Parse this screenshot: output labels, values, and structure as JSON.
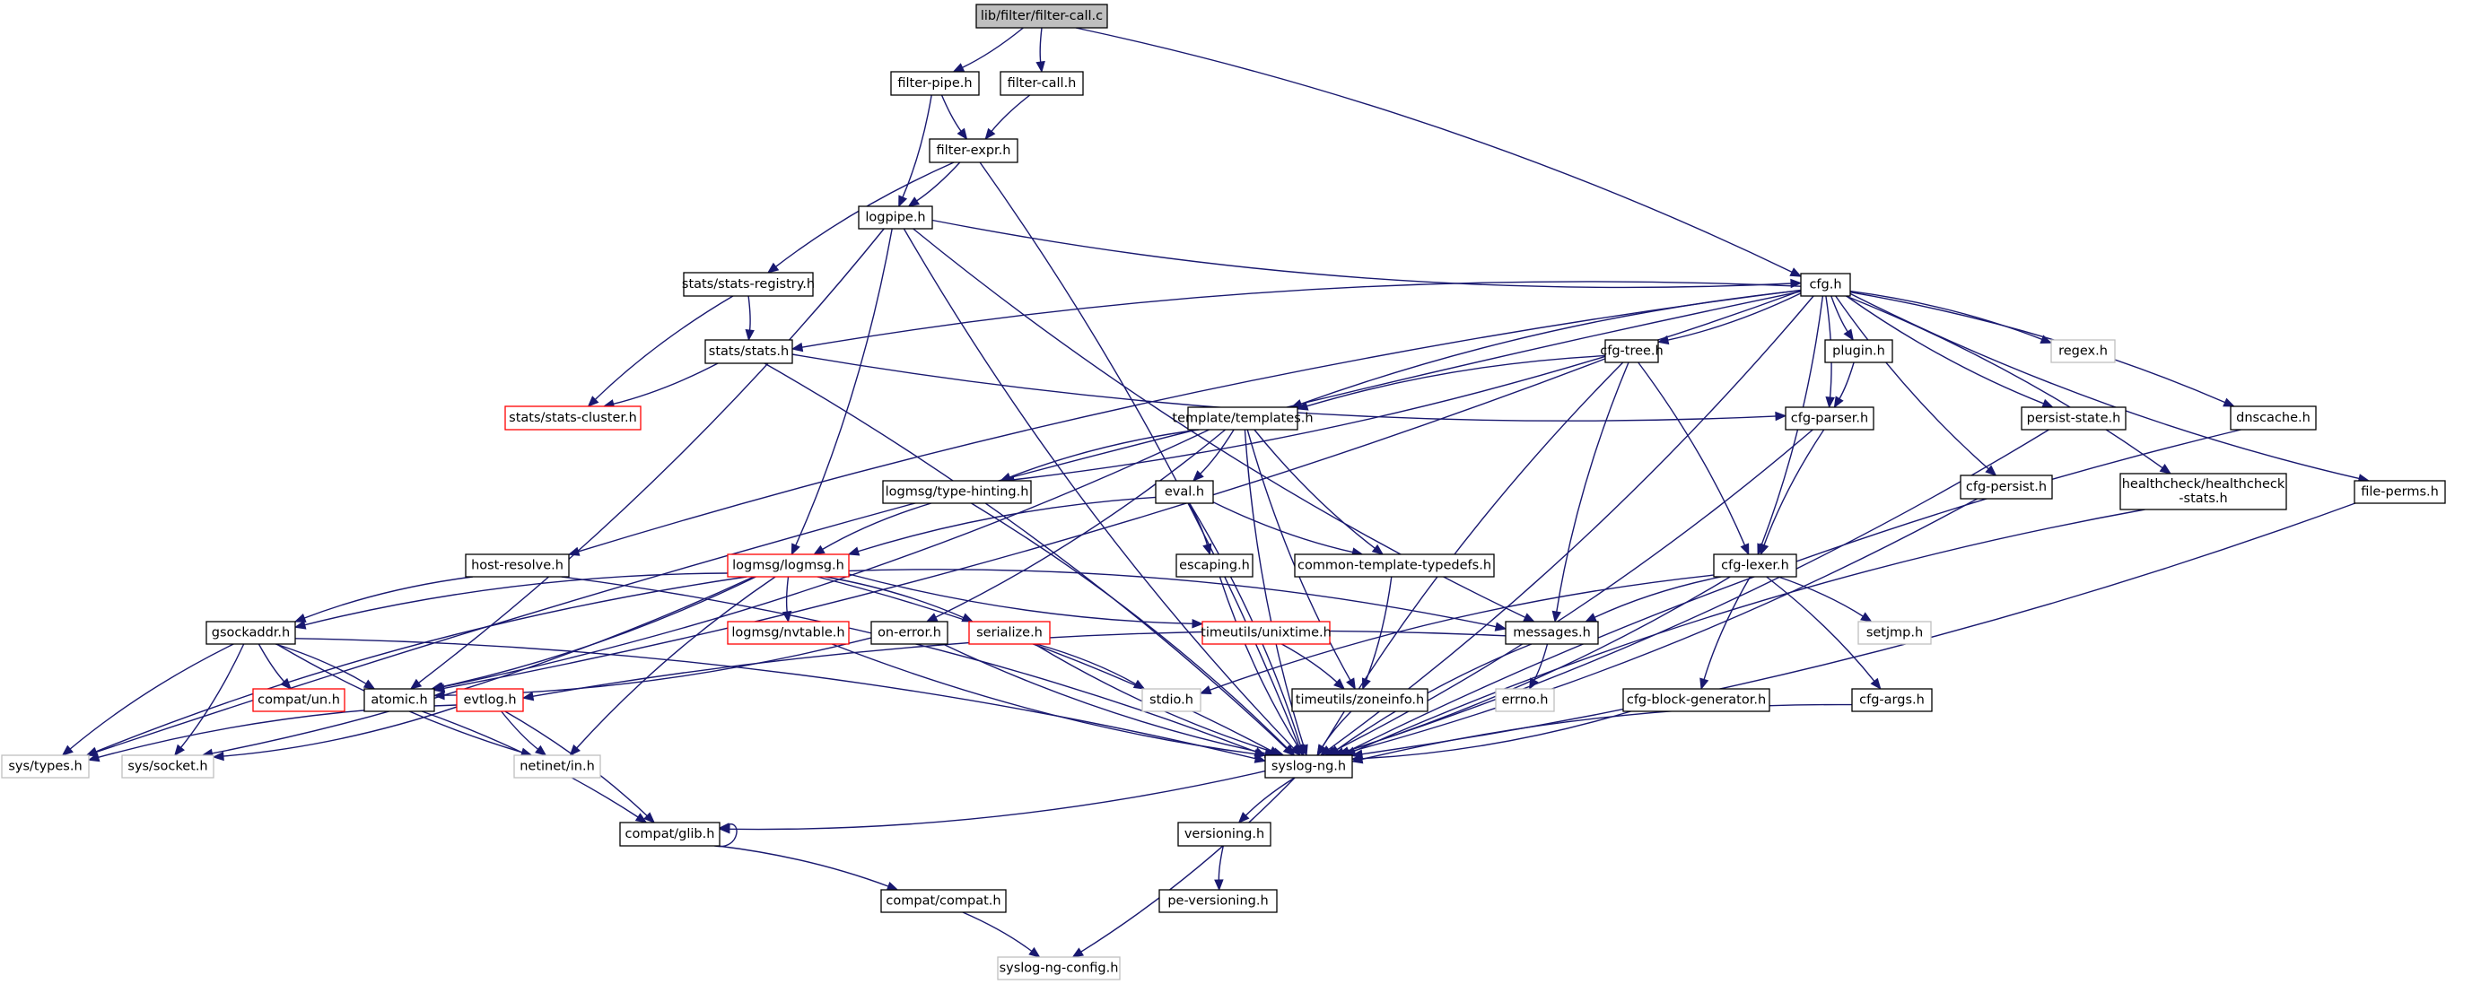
{
  "title": "Include dependency graph for lib/filter/filter-call.c",
  "colors": {
    "edge": "#191970",
    "root_fill": "#bfbfbf",
    "missing_border": "#bfbfbf",
    "truncated_border": "#ff0000",
    "normal_border": "#000000"
  },
  "nodes": [
    {
      "id": "filter-call-c",
      "label": "lib/filter/filter-call.c",
      "kind": "root"
    },
    {
      "id": "filter-pipe-h",
      "label": "filter-pipe.h",
      "kind": "normal"
    },
    {
      "id": "filter-call-h",
      "label": "filter-call.h",
      "kind": "normal"
    },
    {
      "id": "filter-expr-h",
      "label": "filter-expr.h",
      "kind": "normal"
    },
    {
      "id": "logpipe-h",
      "label": "logpipe.h",
      "kind": "normal"
    },
    {
      "id": "cfg-h",
      "label": "cfg.h",
      "kind": "normal"
    },
    {
      "id": "stats-registry-h",
      "label": "stats/stats-registry.h",
      "kind": "normal"
    },
    {
      "id": "stats-h",
      "label": "stats/stats.h",
      "kind": "normal"
    },
    {
      "id": "stats-cluster-h",
      "label": "stats/stats-cluster.h",
      "kind": "red"
    },
    {
      "id": "cfg-tree-h",
      "label": "cfg-tree.h",
      "kind": "normal"
    },
    {
      "id": "plugin-h",
      "label": "plugin.h",
      "kind": "normal"
    },
    {
      "id": "regex-h",
      "label": "regex.h",
      "kind": "gray"
    },
    {
      "id": "templates-h",
      "label": "template/templates.h",
      "kind": "normal"
    },
    {
      "id": "cfg-parser-h",
      "label": "cfg-parser.h",
      "kind": "normal"
    },
    {
      "id": "persist-state-h",
      "label": "persist-state.h",
      "kind": "normal"
    },
    {
      "id": "dnscache-h",
      "label": "dnscache.h",
      "kind": "normal"
    },
    {
      "id": "cfg-persist-h",
      "label": "cfg-persist.h",
      "kind": "normal"
    },
    {
      "id": "healthcheck-h",
      "label": "healthcheck/healthcheck\n-stats.h",
      "kind": "normal"
    },
    {
      "id": "file-perms-h",
      "label": "file-perms.h",
      "kind": "normal"
    },
    {
      "id": "type-hinting-h",
      "label": "logmsg/type-hinting.h",
      "kind": "normal"
    },
    {
      "id": "eval-h",
      "label": "eval.h",
      "kind": "normal"
    },
    {
      "id": "host-resolve-h",
      "label": "host-resolve.h",
      "kind": "normal"
    },
    {
      "id": "logmsg-h",
      "label": "logmsg/logmsg.h",
      "kind": "red"
    },
    {
      "id": "escaping-h",
      "label": "escaping.h",
      "kind": "normal"
    },
    {
      "id": "ctt-h",
      "label": "common-template-typedefs.h",
      "kind": "normal"
    },
    {
      "id": "cfg-lexer-h",
      "label": "cfg-lexer.h",
      "kind": "normal"
    },
    {
      "id": "gsockaddr-h",
      "label": "gsockaddr.h",
      "kind": "normal"
    },
    {
      "id": "nvtable-h",
      "label": "logmsg/nvtable.h",
      "kind": "red"
    },
    {
      "id": "on-error-h",
      "label": "on-error.h",
      "kind": "normal"
    },
    {
      "id": "serialize-h",
      "label": "serialize.h",
      "kind": "red"
    },
    {
      "id": "unixtime-h",
      "label": "timeutils/unixtime.h",
      "kind": "red"
    },
    {
      "id": "messages-h",
      "label": "messages.h",
      "kind": "normal"
    },
    {
      "id": "setjmp-h",
      "label": "setjmp.h",
      "kind": "gray"
    },
    {
      "id": "compat-un-h",
      "label": "compat/un.h",
      "kind": "red"
    },
    {
      "id": "atomic-h",
      "label": "atomic.h",
      "kind": "normal"
    },
    {
      "id": "evtlog-h",
      "label": "evtlog.h",
      "kind": "red"
    },
    {
      "id": "stdio-h",
      "label": "stdio.h",
      "kind": "gray"
    },
    {
      "id": "zoneinfo-h",
      "label": "timeutils/zoneinfo.h",
      "kind": "normal"
    },
    {
      "id": "errno-h",
      "label": "errno.h",
      "kind": "gray"
    },
    {
      "id": "cfg-block-generator-h",
      "label": "cfg-block-generator.h",
      "kind": "normal"
    },
    {
      "id": "cfg-args-h",
      "label": "cfg-args.h",
      "kind": "normal"
    },
    {
      "id": "sys-types-h",
      "label": "sys/types.h",
      "kind": "gray"
    },
    {
      "id": "sys-socket-h",
      "label": "sys/socket.h",
      "kind": "gray"
    },
    {
      "id": "netinet-in-h",
      "label": "netinet/in.h",
      "kind": "gray"
    },
    {
      "id": "syslog-ng-h",
      "label": "syslog-ng.h",
      "kind": "normal"
    },
    {
      "id": "compat-glib-h",
      "label": "compat/glib.h",
      "kind": "normal"
    },
    {
      "id": "versioning-h",
      "label": "versioning.h",
      "kind": "normal"
    },
    {
      "id": "compat-compat-h",
      "label": "compat/compat.h",
      "kind": "normal"
    },
    {
      "id": "pe-versioning-h",
      "label": "pe-versioning.h",
      "kind": "normal"
    },
    {
      "id": "syslog-ng-config-h",
      "label": "syslog-ng-config.h",
      "kind": "gray"
    }
  ],
  "edges": [
    [
      "filter-call-c",
      "filter-pipe-h"
    ],
    [
      "filter-call-c",
      "filter-call-h"
    ],
    [
      "filter-call-c",
      "cfg-h"
    ],
    [
      "filter-pipe-h",
      "filter-expr-h"
    ],
    [
      "filter-pipe-h",
      "logpipe-h"
    ],
    [
      "filter-call-h",
      "filter-expr-h"
    ],
    [
      "filter-expr-h",
      "logpipe-h"
    ],
    [
      "filter-expr-h",
      "stats-registry-h"
    ],
    [
      "filter-expr-h",
      "syslog-ng-h"
    ],
    [
      "logpipe-h",
      "cfg-h"
    ],
    [
      "logpipe-h",
      "atomic-h"
    ],
    [
      "logpipe-h",
      "syslog-ng-h"
    ],
    [
      "logpipe-h",
      "logmsg-h"
    ],
    [
      "logpipe-h",
      "messages-h"
    ],
    [
      "stats-registry-h",
      "stats-h"
    ],
    [
      "stats-registry-h",
      "stats-cluster-h"
    ],
    [
      "stats-h",
      "stats-cluster-h"
    ],
    [
      "stats-h",
      "cfg-parser-h"
    ],
    [
      "stats-h",
      "syslog-ng-h"
    ],
    [
      "cfg-h",
      "stats-h"
    ],
    [
      "cfg-h",
      "cfg-tree-h"
    ],
    [
      "cfg-h",
      "plugin-h"
    ],
    [
      "cfg-h",
      "regex-h"
    ],
    [
      "cfg-h",
      "templates-h"
    ],
    [
      "cfg-h",
      "cfg-parser-h"
    ],
    [
      "cfg-h",
      "persist-state-h"
    ],
    [
      "cfg-h",
      "dnscache-h"
    ],
    [
      "cfg-h",
      "cfg-persist-h"
    ],
    [
      "cfg-h",
      "healthcheck-h"
    ],
    [
      "cfg-h",
      "file-perms-h"
    ],
    [
      "cfg-h",
      "type-hinting-h"
    ],
    [
      "cfg-h",
      "host-resolve-h"
    ],
    [
      "cfg-h",
      "cfg-lexer-h"
    ],
    [
      "cfg-h",
      "sys-types-h"
    ],
    [
      "cfg-h",
      "syslog-ng-h"
    ],
    [
      "cfg-tree-h",
      "templates-h"
    ],
    [
      "cfg-tree-h",
      "cfg-lexer-h"
    ],
    [
      "cfg-tree-h",
      "messages-h"
    ],
    [
      "cfg-tree-h",
      "atomic-h"
    ],
    [
      "cfg-tree-h",
      "syslog-ng-h"
    ],
    [
      "plugin-h",
      "cfg-parser-h"
    ],
    [
      "cfg-parser-h",
      "cfg-lexer-h"
    ],
    [
      "cfg-parser-h",
      "syslog-ng-h"
    ],
    [
      "templates-h",
      "type-hinting-h"
    ],
    [
      "templates-h",
      "eval-h"
    ],
    [
      "templates-h",
      "ctt-h"
    ],
    [
      "templates-h",
      "on-error-h"
    ],
    [
      "templates-h",
      "zoneinfo-h"
    ],
    [
      "templates-h",
      "atomic-h"
    ],
    [
      "templates-h",
      "syslog-ng-h"
    ],
    [
      "persist-state-h",
      "syslog-ng-h"
    ],
    [
      "dnscache-h",
      "syslog-ng-h"
    ],
    [
      "cfg-persist-h",
      "syslog-ng-h"
    ],
    [
      "healthcheck-h",
      "syslog-ng-h"
    ],
    [
      "file-perms-h",
      "syslog-ng-h"
    ],
    [
      "type-hinting-h",
      "logmsg-h"
    ],
    [
      "type-hinting-h",
      "syslog-ng-h"
    ],
    [
      "eval-h",
      "logmsg-h"
    ],
    [
      "eval-h",
      "escaping-h"
    ],
    [
      "eval-h",
      "ctt-h"
    ],
    [
      "eval-h",
      "syslog-ng-h"
    ],
    [
      "host-resolve-h",
      "gsockaddr-h"
    ],
    [
      "host-resolve-h",
      "syslog-ng-h"
    ],
    [
      "logmsg-h",
      "nvtable-h"
    ],
    [
      "logmsg-h",
      "serialize-h"
    ],
    [
      "logmsg-h",
      "unixtime-h"
    ],
    [
      "logmsg-h",
      "messages-h"
    ],
    [
      "logmsg-h",
      "gsockaddr-h"
    ],
    [
      "logmsg-h",
      "atomic-h"
    ],
    [
      "logmsg-h",
      "sys-types-h"
    ],
    [
      "logmsg-h",
      "sys-socket-h"
    ],
    [
      "logmsg-h",
      "netinet-in-h"
    ],
    [
      "logmsg-h",
      "syslog-ng-h"
    ],
    [
      "escaping-h",
      "syslog-ng-h"
    ],
    [
      "ctt-h",
      "zoneinfo-h"
    ],
    [
      "cfg-lexer-h",
      "messages-h"
    ],
    [
      "cfg-lexer-h",
      "setjmp-h"
    ],
    [
      "cfg-lexer-h",
      "cfg-block-generator-h"
    ],
    [
      "cfg-lexer-h",
      "cfg-args-h"
    ],
    [
      "cfg-lexer-h",
      "stdio-h"
    ],
    [
      "cfg-lexer-h",
      "syslog-ng-h"
    ],
    [
      "gsockaddr-h",
      "compat-un-h"
    ],
    [
      "gsockaddr-h",
      "atomic-h"
    ],
    [
      "gsockaddr-h",
      "sys-types-h"
    ],
    [
      "gsockaddr-h",
      "sys-socket-h"
    ],
    [
      "gsockaddr-h",
      "netinet-in-h"
    ],
    [
      "gsockaddr-h",
      "syslog-ng-h"
    ],
    [
      "nvtable-h",
      "syslog-ng-h"
    ],
    [
      "on-error-h",
      "atomic-h"
    ],
    [
      "on-error-h",
      "syslog-ng-h"
    ],
    [
      "serialize-h",
      "stdio-h"
    ],
    [
      "serialize-h",
      "syslog-ng-h"
    ],
    [
      "unixtime-h",
      "zoneinfo-h"
    ],
    [
      "messages-h",
      "evtlog-h"
    ],
    [
      "messages-h",
      "errno-h"
    ],
    [
      "messages-h",
      "syslog-ng-h"
    ],
    [
      "atomic-h",
      "compat-glib-h"
    ],
    [
      "evtlog-h",
      "sys-types-h"
    ],
    [
      "evtlog-h",
      "sys-socket-h"
    ],
    [
      "evtlog-h",
      "netinet-in-h"
    ],
    [
      "evtlog-h",
      "compat-glib-h"
    ],
    [
      "zoneinfo-h",
      "syslog-ng-h"
    ],
    [
      "cfg-block-generator-h",
      "syslog-ng-h"
    ],
    [
      "cfg-args-h",
      "syslog-ng-h"
    ],
    [
      "syslog-ng-h",
      "compat-glib-h"
    ],
    [
      "syslog-ng-h",
      "versioning-h"
    ],
    [
      "syslog-ng-h",
      "syslog-ng-config-h"
    ],
    [
      "compat-glib-h",
      "compat-glib-h"
    ],
    [
      "compat-glib-h",
      "compat-compat-h"
    ],
    [
      "versioning-h",
      "pe-versioning-h"
    ],
    [
      "compat-compat-h",
      "syslog-ng-config-h"
    ]
  ]
}
